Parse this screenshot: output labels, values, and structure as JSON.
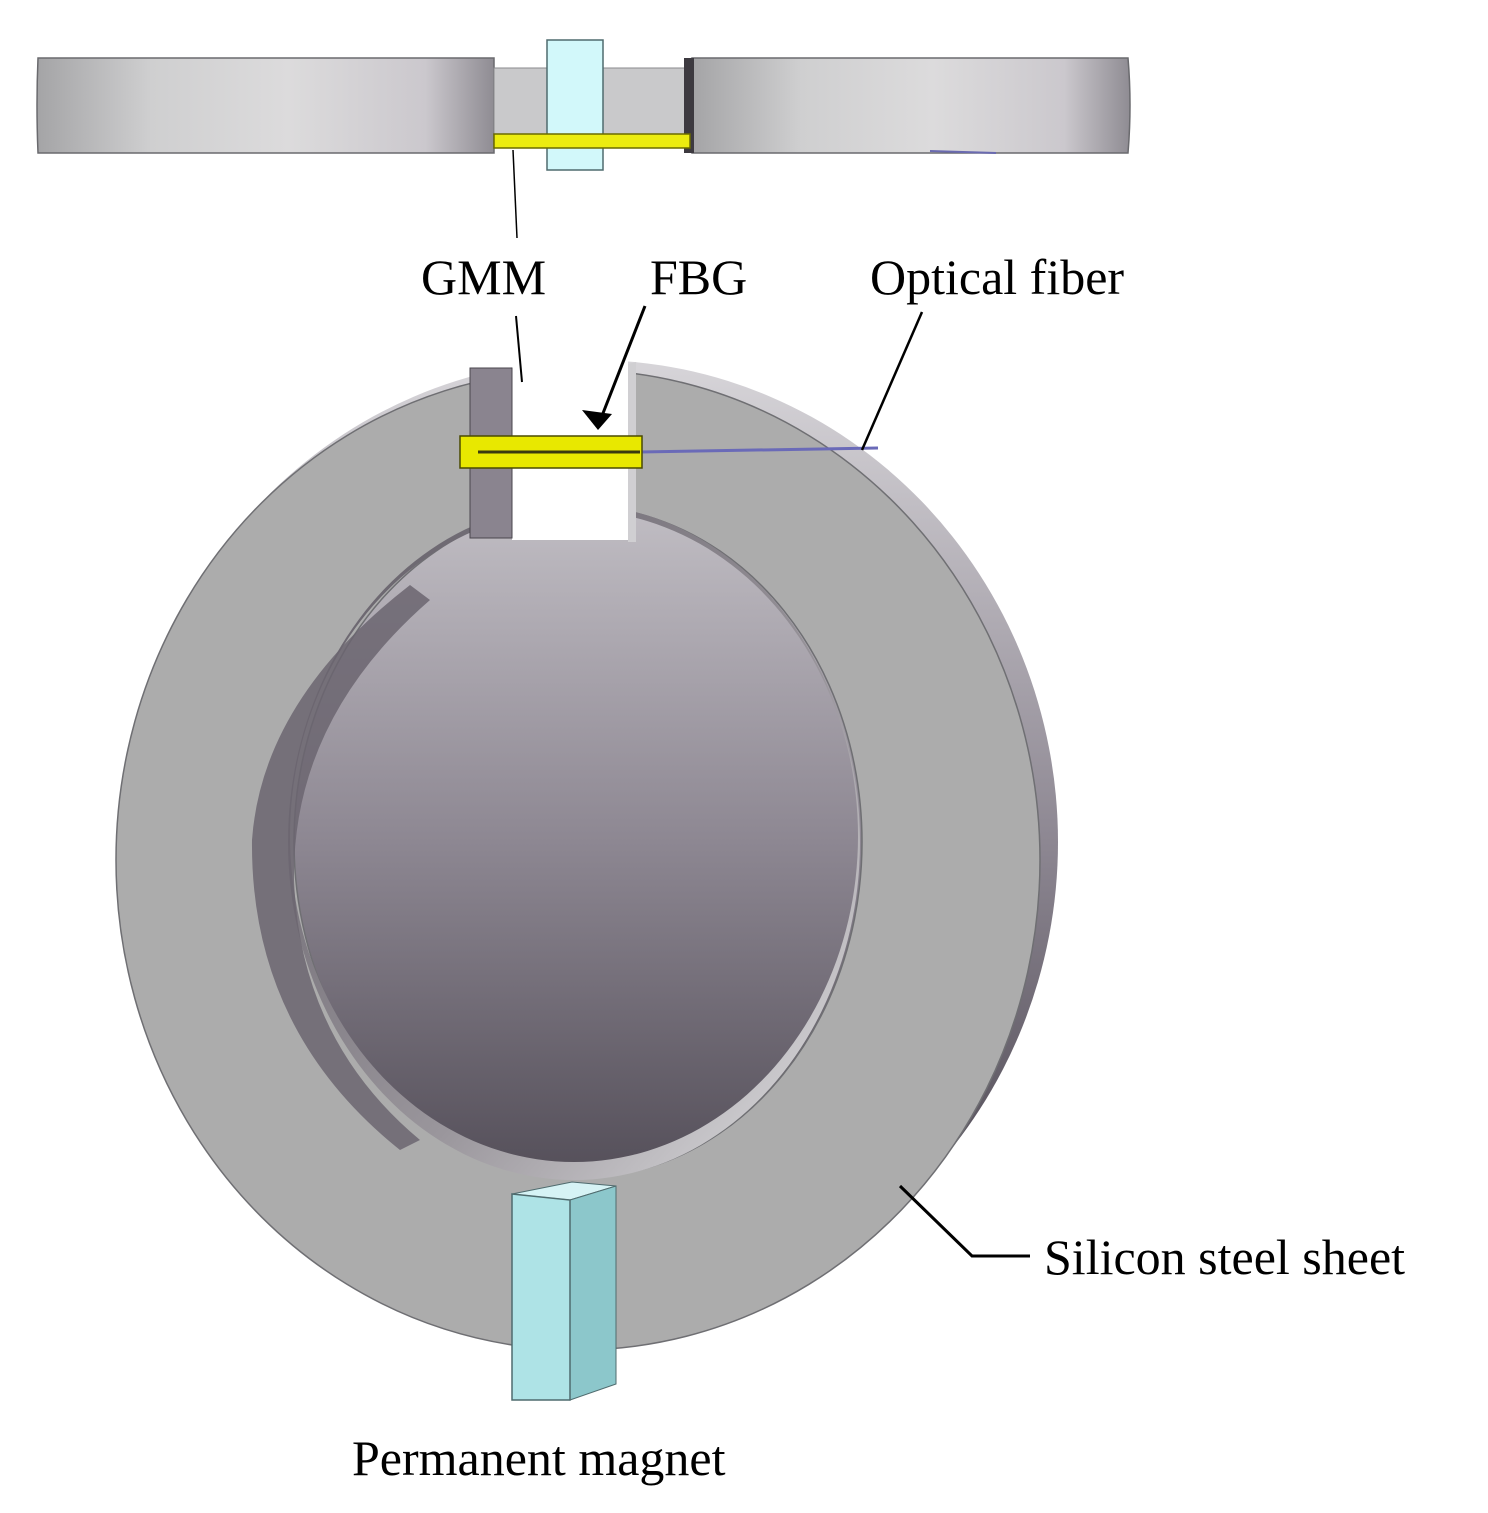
{
  "labels": {
    "gmm": "GMM",
    "fbg": "FBG",
    "optical_fiber": "Optical fiber",
    "silicon_steel_sheet": "Silicon steel sheet",
    "permanent_magnet": "Permanent magnet"
  },
  "colors": {
    "steel_face": "#acacac",
    "steel_edge": "#77707a",
    "gmm_yellow": "#e8e800",
    "magnet_cyan": "#aee3e6",
    "fiber_blue": "#5a5aa8",
    "background": "#ffffff"
  }
}
